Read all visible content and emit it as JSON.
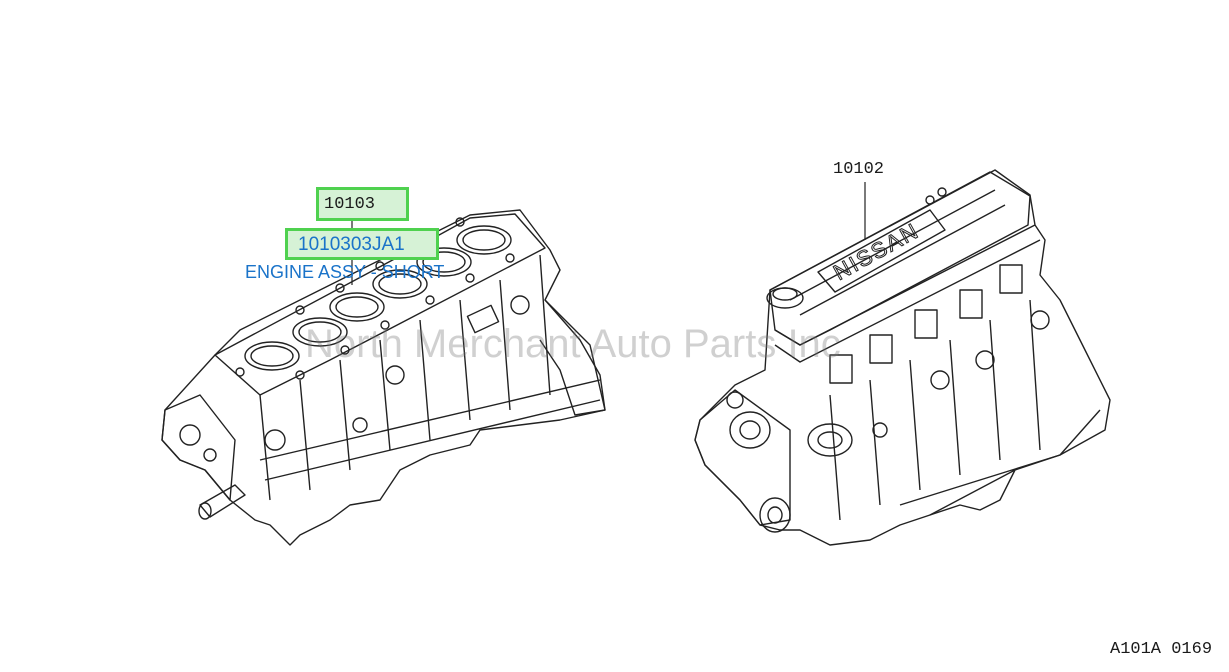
{
  "callouts": {
    "left_ref": "10103",
    "left_partno": "1010303JA1",
    "left_desc": "ENGINE ASSY - SHORT",
    "right_ref": "10102",
    "right_brand": "NISSAN"
  },
  "watermark": "North Merchant Auto Parts Inc",
  "figure_code": "A101A 0169",
  "colors": {
    "highlight_border": "#4fd14f",
    "highlight_fill": "#d6f2d6",
    "link_text": "#1a73c9",
    "line": "#222222"
  }
}
